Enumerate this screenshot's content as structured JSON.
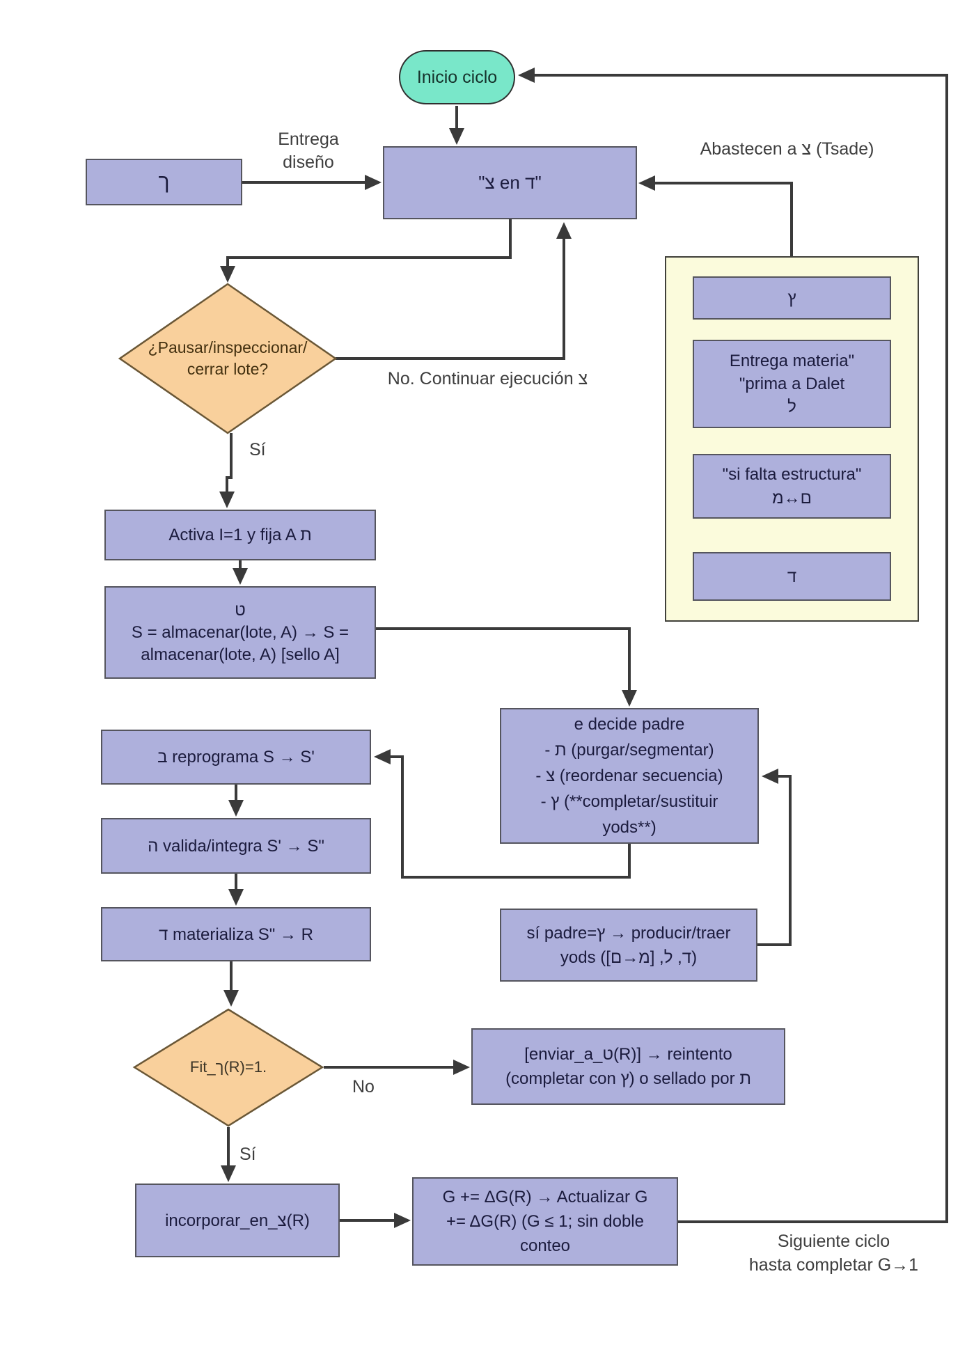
{
  "nodes": {
    "start": {
      "label": "Inicio ciclo"
    },
    "kaf_box": {
      "label": "ך"
    },
    "main_box": {
      "label": "\"צ en ד\""
    },
    "pause_diamond": {
      "line1": "¿Pausar/inspeccionar/",
      "line2": "cerrar lote?"
    },
    "activa_box": {
      "label": "Activa I=1 y fija A ת"
    },
    "almacenar_box": {
      "line1": "ט",
      "line2": "S = almacenar(lote, A) → S =",
      "line3": "almacenar(lote, A) [sello A]"
    },
    "decide_box": {
      "line1": "e decide padre",
      "line2": "- ת (purgar/segmentar)",
      "line3": "- צ (reordenar secuencia)",
      "line4": "- ץ (**completar/sustituir",
      "line5": "yods**)"
    },
    "reprograma_box": {
      "label": "ב reprograma S → S'"
    },
    "valida_box": {
      "label": "ה valida/integra S' → S\""
    },
    "materializa_box": {
      "label": "ד materializa S\" → R"
    },
    "sipadre_box": {
      "line1": "sí padre=ץ → producir/traer",
      "line2": "yods (ד, ל, [מ→ם])"
    },
    "fit_diamond": {
      "label": "Fit_ך(R)=1."
    },
    "enviar_box": {
      "line1": "[enviar_a_ט(R)]  → reintento",
      "line2": "(completar con ץ) o sellado por ת"
    },
    "incorporar_box": {
      "label": "incorporar_en_צ(R)"
    },
    "g_box": {
      "line1": "G += ΔG(R) → Actualizar G",
      "line2": "+= ΔG(R) (G ≤ 1; sin doble",
      "line3": "conteo"
    }
  },
  "supply_panel": {
    "tsade_box": {
      "label": "ץ"
    },
    "materia_box": {
      "line1": "Entrega materia\"",
      "line2": "\"prima a Dalet",
      "line3": "ל"
    },
    "estructura_box": {
      "line1": "\"si falta estructura\"",
      "line2": "ם↔מ"
    },
    "dalet_box": {
      "label": "ד"
    }
  },
  "labels": {
    "entrega_diseno": {
      "line1": "Entrega",
      "line2": "diseño"
    },
    "abastecen": "Abastecen a צ (Tsade)",
    "no_continuar": "No. Continuar ejecución צ",
    "si_1": "Sí",
    "no_2": "No",
    "si_2": "Sí",
    "siguiente": {
      "line1": "Siguiente ciclo",
      "line2": "hasta completar G→1"
    }
  },
  "colors": {
    "node_fill": "#aeb0dc",
    "node_border": "#55555e",
    "node_text": "#1b1b3d",
    "start_fill": "#79e7c9",
    "decision_fill": "#f9d09c",
    "decision_border": "#6a5736",
    "decision_text": "#43300f",
    "panel_fill": "#fbfbdc",
    "wire": "#3a3a3a",
    "label_text": "#3e3e3e"
  }
}
